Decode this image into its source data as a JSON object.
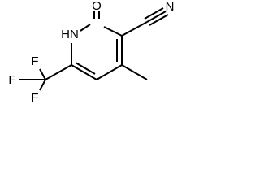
{
  "atoms": {
    "oxygen": "O",
    "nitrogen": "N",
    "nh": "HN",
    "fluorine_top": "F",
    "fluorine_left": "F",
    "fluorine_bottom": "F"
  }
}
